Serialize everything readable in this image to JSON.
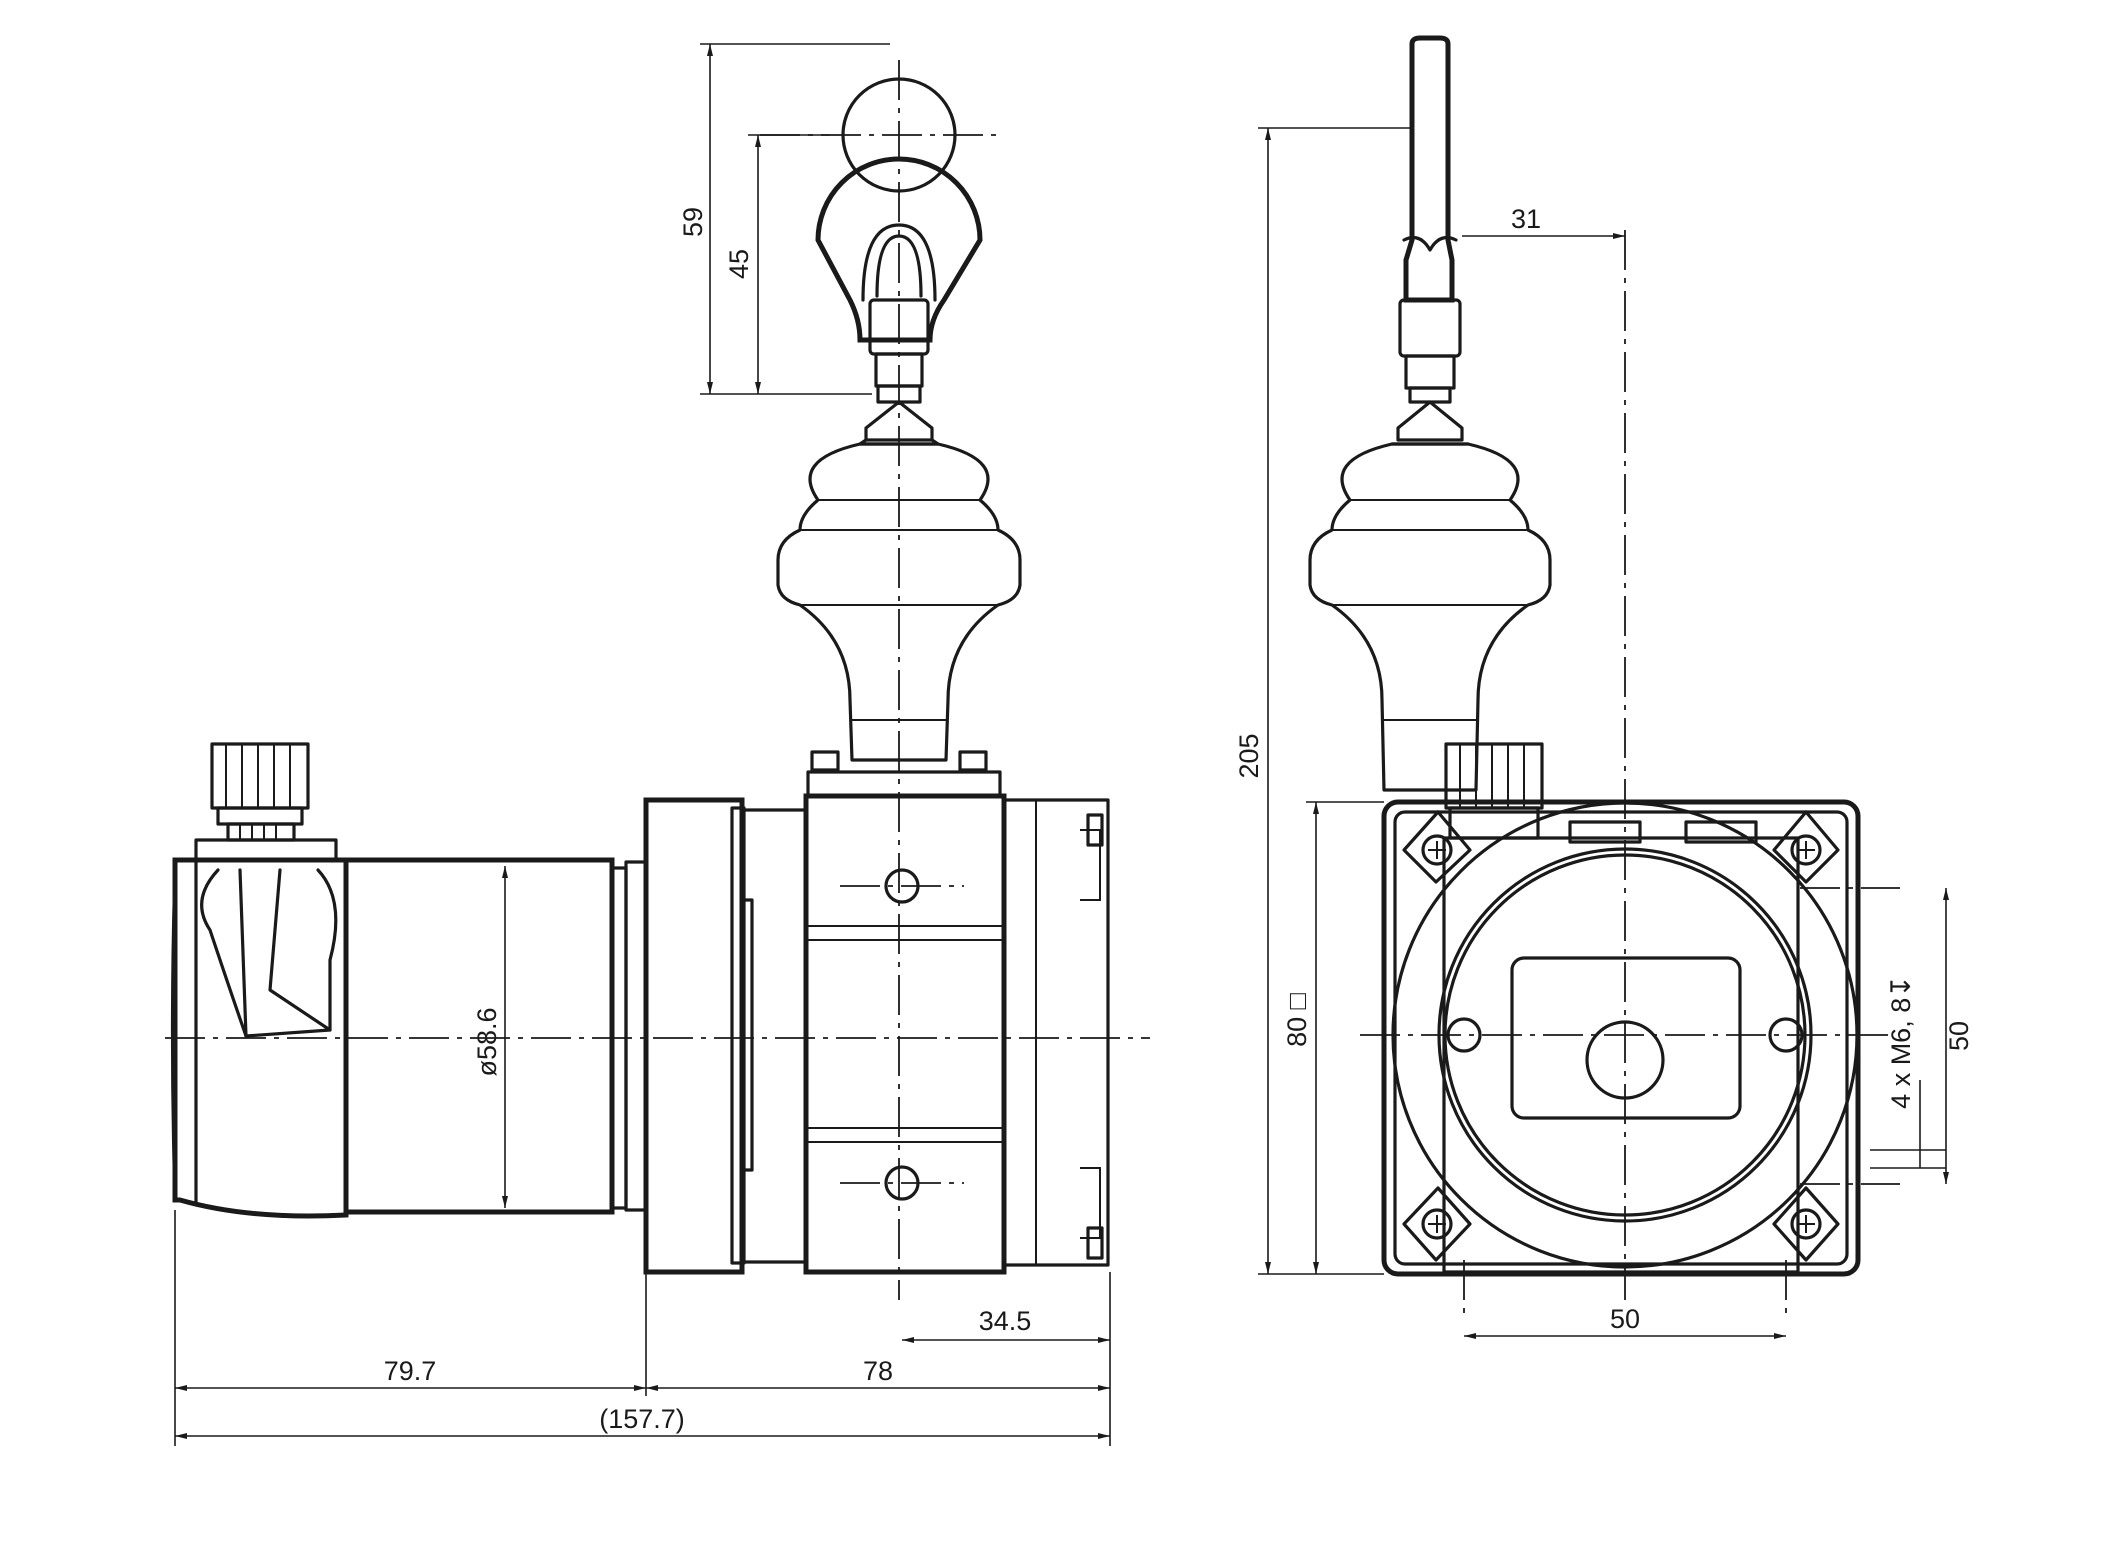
{
  "dimensions": {
    "handle_height_59": "59",
    "handle_height_45": "45",
    "overall_height_205": "205",
    "offset_31": "31",
    "diameter_58_6": "ø58.6",
    "square_80": "80 □",
    "thread_4xM6": "4 x M6, 8↧",
    "hole_spacing_v_50": "50",
    "hole_spacing_h_50": "50",
    "depth_34_5": "34.5",
    "length_79_7": "79.7",
    "length_78": "78",
    "total_length": "(157.7)"
  }
}
